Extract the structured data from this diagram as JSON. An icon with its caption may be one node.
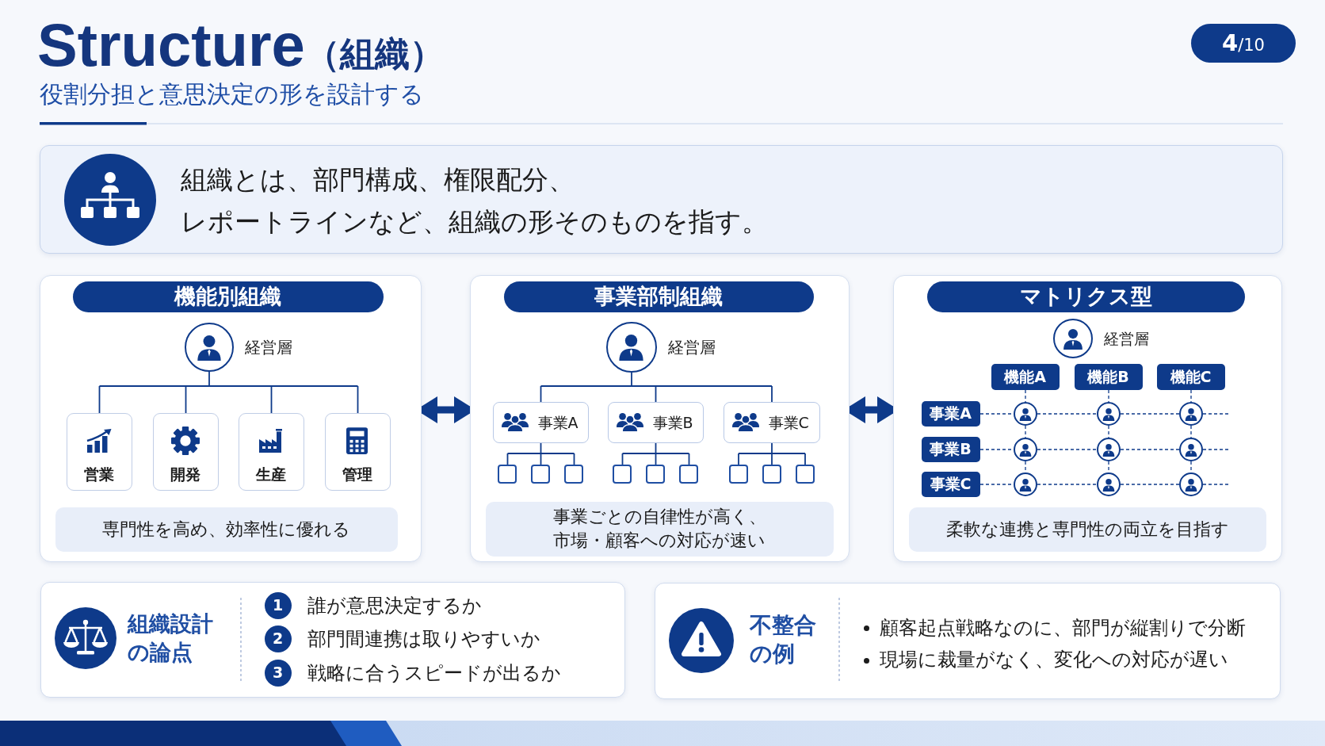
{
  "diagram": {
    "title": "Structure（組織）",
    "nodes": [
      {
        "text": [
          "**4**/10"
        ]
      },
      {
        "text": [
          "組織とは、部門構成、権限配分、レポートラインなど、組織の形そのものを指す。"
        ]
      },
      {
        "text": [],
        "shape": "box"
      },
      {
        "text": [
          "機能別組織"
        ],
        "in": 2
      },
      {
        "text": [],
        "shape": "circle",
        "in": 2,
        "beside": [
          "経営層"
        ]
      },
      {
        "text": [
          "営業"
        ],
        "in": 2
      },
      {
        "text": [
          "開発"
        ],
        "in": 2
      },
      {
        "text": [
          "生産"
        ],
        "in": 2
      },
      {
        "text": [
          "管理"
        ],
        "in": 2
      },
      {
        "text": [
          "専門性を高め、効率性に優れる"
        ],
        "in": 2
      },
      {
        "text": [],
        "shape": "box"
      },
      {
        "text": [
          "事業部制組織"
        ],
        "in": 10
      },
      {
        "text": [],
        "shape": "circle",
        "in": 10,
        "beside": [
          "経営層"
        ]
      },
      {
        "text": [
          "事業A"
        ],
        "in": 10
      },
      {
        "text": [
          "事業B"
        ],
        "in": 10
      },
      {
        "text": [
          "事業C"
        ],
        "in": 10
      },
      {
        "text": [],
        "shape": "box",
        "in": 10
      },
      {
        "text": [],
        "shape": "box",
        "in": 10
      },
      {
        "text": [],
        "shape": "box",
        "in": 10
      },
      {
        "text": [],
        "shape": "box",
        "in": 10
      },
      {
        "text": [],
        "shape": "box",
        "in": 10
      },
      {
        "text": [],
        "shape": "box",
        "in": 10
      },
      {
        "text": [],
        "shape": "box",
        "in": 10
      },
      {
        "text": [],
        "shape": "box",
        "in": 10
      },
      {
        "text": [],
        "shape": "box",
        "in": 10
      },
      {
        "text": [
          "事業ごとの自律性が高く、市場・顧客への対応が速い"
        ],
        "in": 10
      },
      {
        "text": [],
        "shape": "box"
      },
      {
        "text": [
          "マトリクス型"
        ],
        "in": 26
      },
      {
        "text": [],
        "shape": "circle",
        "in": 26,
        "beside": [
          "経営層"
        ]
      },
      {
        "text": [
          "機能A"
        ],
        "in": 26
      },
      {
        "text": [
          "機能B"
        ],
        "in": 26
      },
      {
        "text": [
          "機能C"
        ],
        "in": 26
      },
      {
        "text": [
          "事業A"
        ],
        "in": 26
      },
      {
        "text": [],
        "shape": "circle",
        "in": 26
      },
      {
        "text": [],
        "shape": "circle",
        "in": 26
      },
      {
        "text": [],
        "shape": "circle",
        "in": 26
      },
      {
        "text": [
          "事業B"
        ],
        "in": 26
      },
      {
        "text": [],
        "shape": "circle",
        "in": 26
      },
      {
        "text": [],
        "shape": "circle",
        "in": 26
      },
      {
        "text": [],
        "shape": "circle",
        "in": 26
      },
      {
        "text": [
          "事業C"
        ],
        "in": 26
      },
      {
        "text": [],
        "shape": "circle",
        "in": 26
      },
      {
        "text": [],
        "shape": "circle",
        "in": 26
      },
      {
        "text": [],
        "shape": "circle",
        "in": 26
      },
      {
        "text": [
          "柔軟な連携と専門性の両立を目指す"
        ],
        "in": 26
      },
      {
        "text": [
          "組織設計の論点",
          "誰が意思決定するか",
          "部門間連携は取りやすいか",
          "戦略に合うスピードが出るか"
        ]
      },
      {
        "text": [
          "1"
        ],
        "in": 45
      },
      {
        "text": [
          "2"
        ],
        "in": 45
      },
      {
        "text": [
          "3"
        ],
        "in": 45
      },
      {
        "text": [
          "不整合の例",
          "顧客起点戦略なのに、部門が縦割りで分断",
          "現場に裁量がなく、変化への対応が遅い"
        ]
      }
    ],
    "edges": [
      {
        "from": 2,
        "to": 10,
        "arrow": "both",
        "style": "thick"
      },
      {
        "from": 10,
        "to": 26,
        "arrow": "both",
        "style": "thick"
      },
      {
        "from": 4,
        "to": 5,
        "arrow": "none"
      },
      {
        "from": 4,
        "to": 6,
        "arrow": "none"
      },
      {
        "from": 4,
        "to": 7,
        "arrow": "none"
      },
      {
        "from": 4,
        "to": 8,
        "arrow": "none"
      },
      {
        "from": 12,
        "to": 13,
        "arrow": "none"
      },
      {
        "from": 12,
        "to": 14,
        "arrow": "none"
      },
      {
        "from": 12,
        "to": 15,
        "arrow": "none"
      },
      {
        "from": 13,
        "to": 16,
        "arrow": "none"
      },
      {
        "from": 13,
        "to": 17,
        "arrow": "none"
      },
      {
        "from": 13,
        "to": 18,
        "arrow": "none"
      },
      {
        "from": 14,
        "to": 19,
        "arrow": "none"
      },
      {
        "from": 14,
        "to": 20,
        "arrow": "none"
      },
      {
        "from": 14,
        "to": 21,
        "arrow": "none"
      },
      {
        "from": 15,
        "to": 22,
        "arrow": "none"
      },
      {
        "from": 15,
        "to": 23,
        "arrow": "none"
      },
      {
        "from": 15,
        "to": 24,
        "arrow": "none"
      },
      {
        "from": 32,
        "to": 33,
        "arrow": "none",
        "style": "dashed"
      },
      {
        "from": 33,
        "to": 34,
        "arrow": "none",
        "style": "dashed"
      },
      {
        "from": 34,
        "to": 35,
        "arrow": "none",
        "style": "dashed"
      },
      {
        "from": 35,
        "to": null,
        "arrow": "none",
        "style": "dashed"
      },
      {
        "from": 36,
        "to": 37,
        "arrow": "none",
        "style": "dashed"
      },
      {
        "from": 37,
        "to": 38,
        "arrow": "none",
        "style": "dashed"
      },
      {
        "from": 38,
        "to": 39,
        "arrow": "none",
        "style": "dashed"
      },
      {
        "from": 39,
        "to": null,
        "arrow": "none",
        "style": "dashed"
      },
      {
        "from": 40,
        "to": 41,
        "arrow": "none",
        "style": "dashed"
      },
      {
        "from": 41,
        "to": 42,
        "arrow": "none",
        "style": "dashed"
      },
      {
        "from": 42,
        "to": 43,
        "arrow": "none",
        "style": "dashed"
      },
      {
        "from": 43,
        "to": null,
        "arrow": "none",
        "style": "dashed"
      },
      {
        "from": 29,
        "to": 33,
        "arrow": "none",
        "style": "dashed"
      },
      {
        "from": 33,
        "to": 37,
        "arrow": "none",
        "style": "dashed"
      },
      {
        "from": 37,
        "to": 41,
        "arrow": "none",
        "style": "dashed"
      },
      {
        "from": 30,
        "to": 34,
        "arrow": "none",
        "style": "dashed"
      },
      {
        "from": 34,
        "to": 38,
        "arrow": "none",
        "style": "dashed"
      },
      {
        "from": 38,
        "to": 42,
        "arrow": "none",
        "style": "dashed"
      },
      {
        "from": 31,
        "to": 35,
        "arrow": "none",
        "style": "dashed"
      },
      {
        "from": 35,
        "to": 39,
        "arrow": "none",
        "style": "dashed"
      },
      {
        "from": 39,
        "to": 43,
        "arrow": "none",
        "style": "dashed"
      }
    ],
    "labels": [
      "役割分担と意思決定の形を設計する"
    ]
  }
}
